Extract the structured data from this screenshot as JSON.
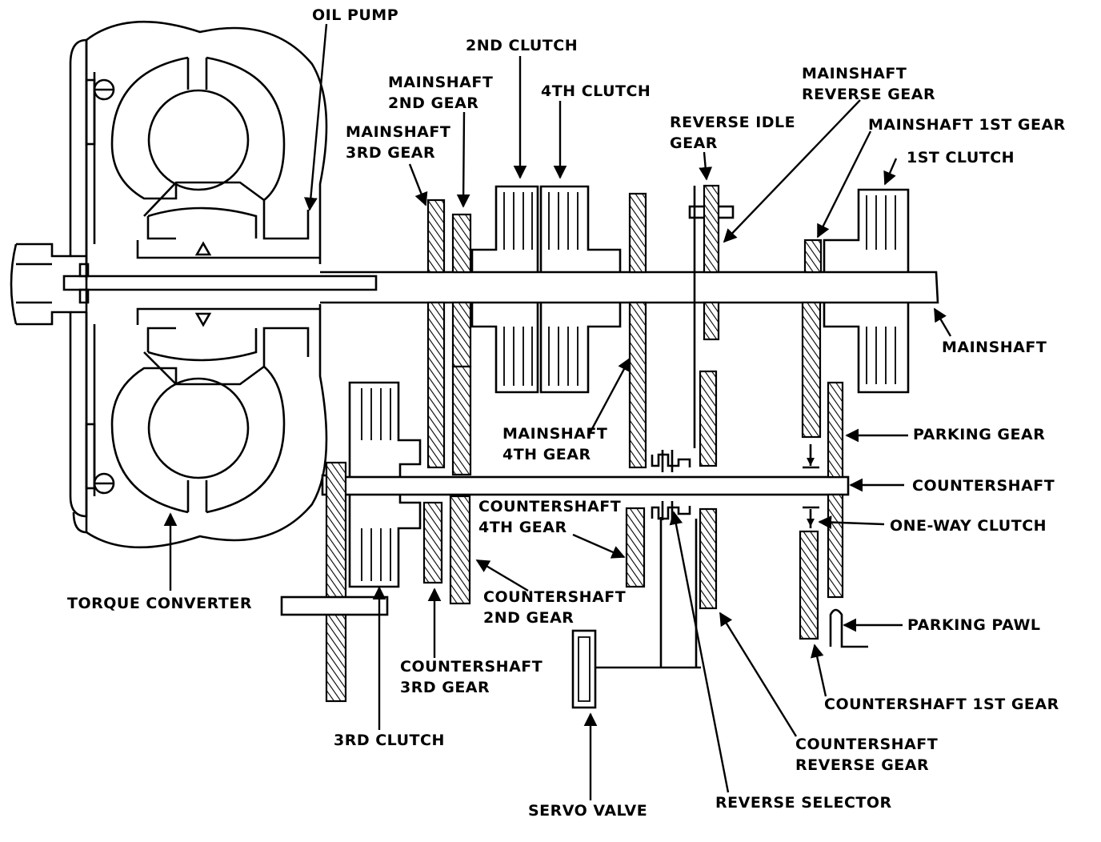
{
  "diagram": {
    "colors": {
      "ink": "#000000",
      "background": "#ffffff"
    },
    "labels": {
      "oil_pump": "OIL PUMP",
      "second_clutch": "2ND CLUTCH",
      "mainshaft_2nd_gear": [
        "MAINSHAFT",
        "2ND GEAR"
      ],
      "fourth_clutch": "4TH CLUTCH",
      "mainshaft_reverse_gear": [
        "MAINSHAFT",
        "REVERSE GEAR"
      ],
      "reverse_idle_gear": [
        "REVERSE IDLE",
        "GEAR"
      ],
      "mainshaft_1st_gear": "MAINSHAFT 1ST GEAR",
      "mainshaft_3rd_gear": [
        "MAINSHAFT",
        "3RD GEAR"
      ],
      "first_clutch": "1ST CLUTCH",
      "mainshaft": "MAINSHAFT",
      "mainshaft_4th_gear": [
        "MAINSHAFT",
        "4TH GEAR"
      ],
      "parking_gear": "PARKING GEAR",
      "countershaft": "COUNTERSHAFT",
      "countershaft_4th_gear": [
        "COUNTERSHAFT",
        "4TH GEAR"
      ],
      "one_way_clutch": "ONE-WAY CLUTCH",
      "countershaft_2nd_gear": [
        "COUNTERSHAFT",
        "2ND GEAR"
      ],
      "torque_converter": "TORQUE CONVERTER",
      "parking_pawl": "PARKING PAWL",
      "countershaft_3rd_gear": [
        "COUNTERSHAFT",
        "3RD GEAR"
      ],
      "countershaft_1st_gear": "COUNTERSHAFT 1ST GEAR",
      "third_clutch": "3RD CLUTCH",
      "countershaft_reverse_gear": [
        "COUNTERSHAFT",
        "REVERSE GEAR"
      ],
      "reverse_selector": "REVERSE SELECTOR",
      "servo_valve": "SERVO VALVE"
    }
  }
}
